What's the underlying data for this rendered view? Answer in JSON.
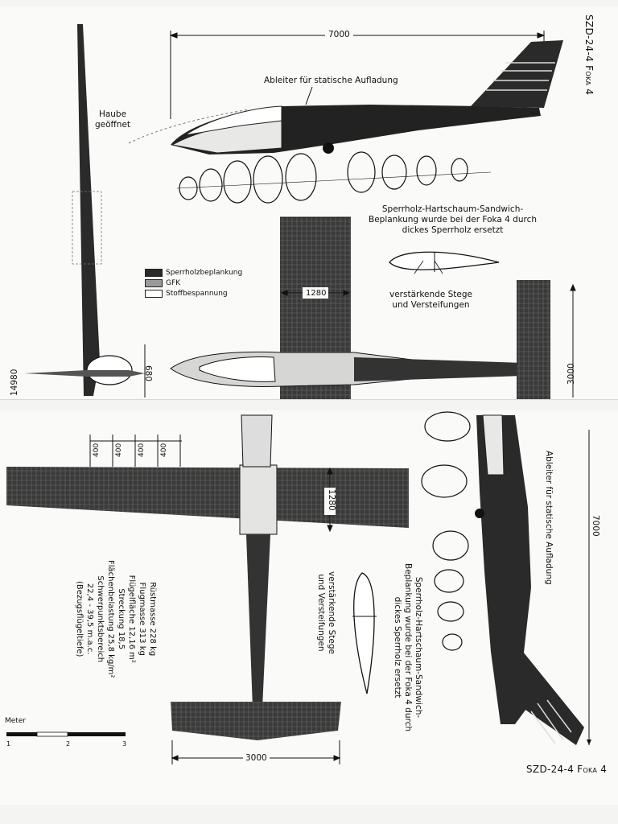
{
  "top_view": {
    "title_prefix": "SZD-24-4",
    "title_name": "Foka 4",
    "dim_length": "7000",
    "dim_wing_chord": "1280",
    "dim_tail_span": "3000",
    "dim_height": "14980",
    "dim_fuselage": "680",
    "label_static": "Ableiter für statische Aufladung",
    "label_canopy_line1": "Haube",
    "label_canopy_line2": "geöffnet",
    "label_sandwich_line1": "Sperrholz-Hartschaum-Sandwich-",
    "label_sandwich_line2": "Beplankung wurde bei der Foka 4 durch",
    "label_sandwich_line3": "dickes Sperrholz ersetzt",
    "label_stiffen_line1": "verstärkende Stege",
    "label_stiffen_line2": "und Versteifungen"
  },
  "legend": [
    {
      "label": "Sperrholzbeplankung",
      "color": "#2a2a2a"
    },
    {
      "label": "GFK",
      "color": "#9a9a9a"
    },
    {
      "label": "Stoffbespannung",
      "color": "#ffffff"
    }
  ],
  "bottom_view": {
    "title_prefix": "SZD-24-4",
    "title_name": "Foka 4",
    "dim_length": "7000",
    "dim_wing_chord": "1280",
    "dim_tail_span": "3000",
    "rib_spacing": [
      "400",
      "400",
      "400",
      "400"
    ],
    "label_static": "Ableiter für statische Aufladung",
    "label_sandwich_line1": "Sperrholz-Hartschaum-Sandwich-",
    "label_sandwich_line2": "Beplankung wurde bei der Foka 4 durch",
    "label_sandwich_line3": "dickes Sperrholz ersetzt",
    "label_stiffen_line1": "verstärkende Stege",
    "label_stiffen_line2": "und Versteifungen",
    "scale_label": "Meter",
    "scale_ticks": [
      "1",
      "2",
      "3"
    ],
    "specs": [
      "Rüstmasse 228 kg",
      "Flugmasse 313 kg",
      "Flügelfläche 12,16 m²",
      "Streckung 18,5",
      "Flächenbelastung 25,8 kg/m²",
      "Schwerpunktsbereich",
      "22,4 - 39,5 m.a.c.",
      "(Bezugsflügeltiefe)"
    ]
  }
}
